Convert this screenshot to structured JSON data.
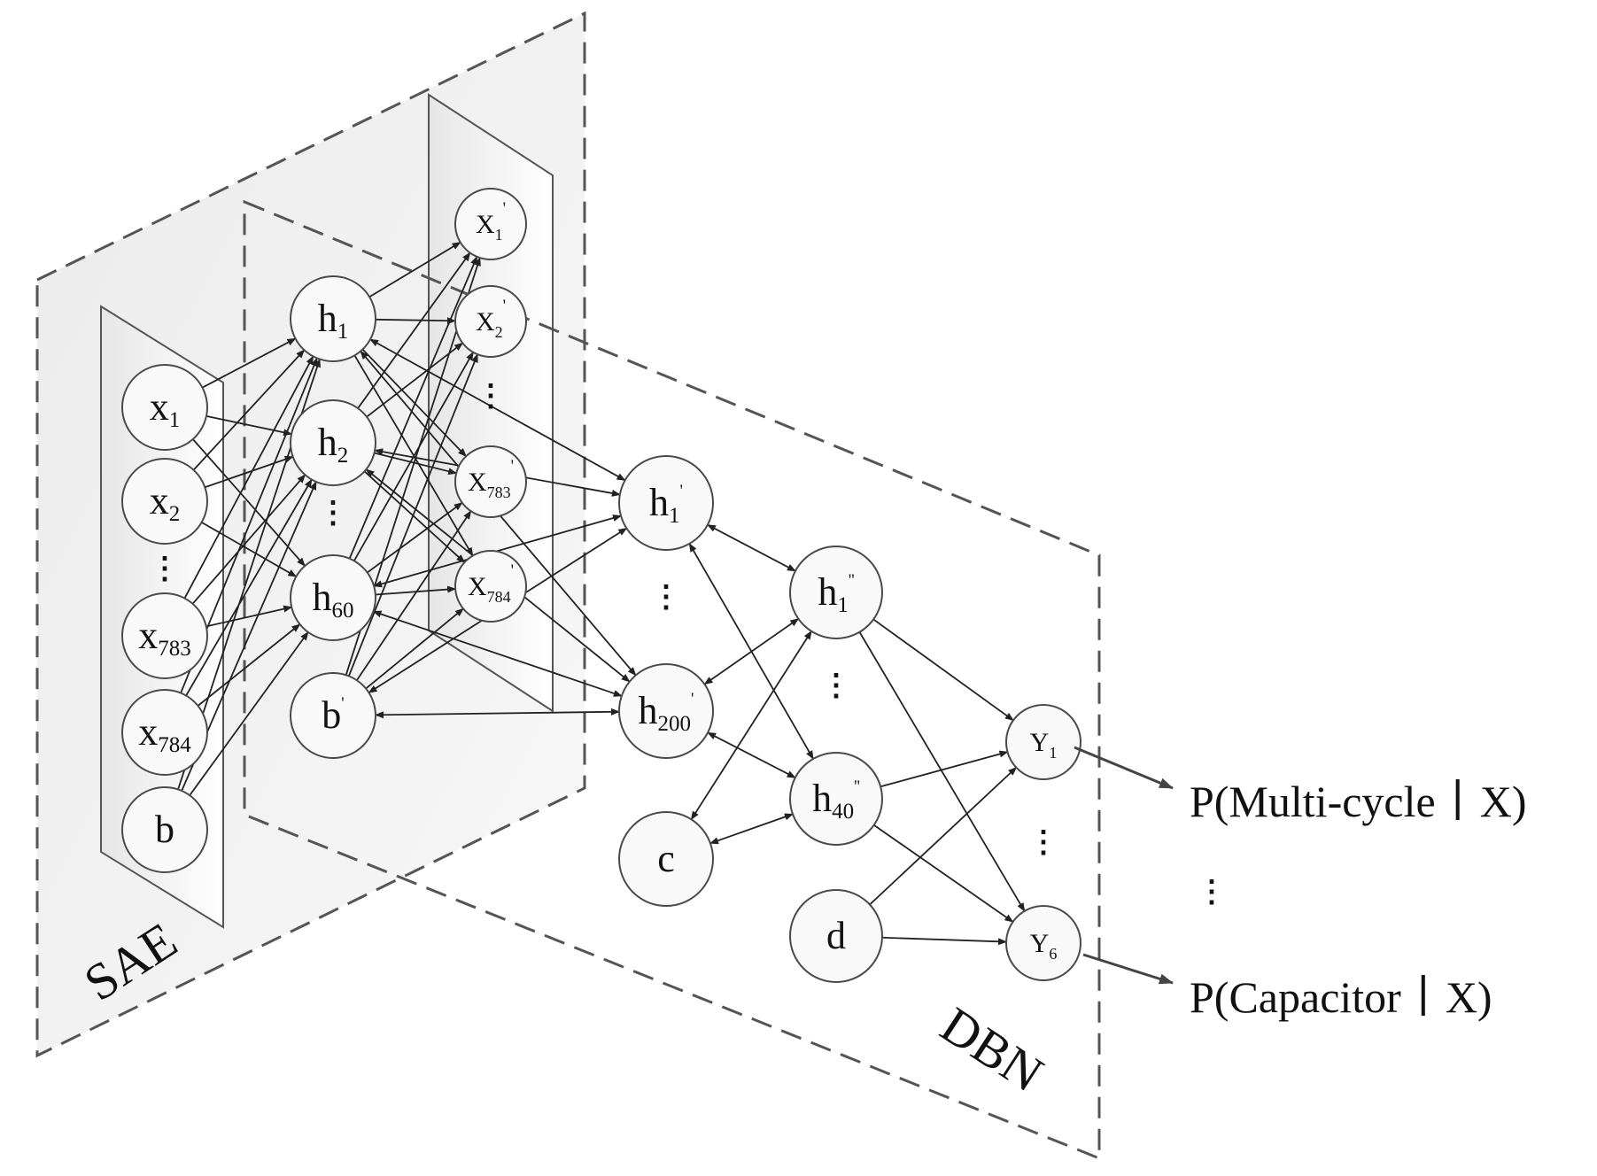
{
  "labels": {
    "sae": "SAE",
    "dbn": "DBN",
    "out_multicycle": "P(Multi-cycle丨X)",
    "out_capacitor": "P(Capacitor丨X)"
  },
  "input_layer": [
    {
      "base": "x",
      "sub": "1"
    },
    {
      "base": "x",
      "sub": "2"
    },
    {
      "base": "x",
      "sub": "783"
    },
    {
      "base": "x",
      "sub": "784"
    },
    {
      "base": "b",
      "sub": ""
    }
  ],
  "hidden_layer": [
    {
      "base": "h",
      "sub": "1",
      "sup": ""
    },
    {
      "base": "h",
      "sub": "2",
      "sup": ""
    },
    {
      "base": "h",
      "sub": "60",
      "sup": ""
    },
    {
      "base": "b",
      "sub": "",
      "sup": "'"
    }
  ],
  "recon_layer": [
    {
      "base": "X",
      "sub": "1",
      "sup": "'"
    },
    {
      "base": "X",
      "sub": "2",
      "sup": "'"
    },
    {
      "base": "X",
      "sub": "783",
      "sup": "'"
    },
    {
      "base": "X",
      "sub": "784",
      "sup": "'"
    }
  ],
  "dbn_layer1": [
    {
      "base": "h",
      "sub": "1",
      "sup": "'"
    },
    {
      "base": "h",
      "sub": "200",
      "sup": "'"
    },
    {
      "base": "c",
      "sub": "",
      "sup": ""
    }
  ],
  "dbn_layer2": [
    {
      "base": "h",
      "sub": "1",
      "sup": "''"
    },
    {
      "base": "h",
      "sub": "40",
      "sup": "''"
    },
    {
      "base": "d",
      "sub": "",
      "sup": ""
    }
  ],
  "output_layer": [
    {
      "base": "Y",
      "sub": "1"
    },
    {
      "base": "Y",
      "sub": "6"
    }
  ],
  "ellipsis": "⋮"
}
